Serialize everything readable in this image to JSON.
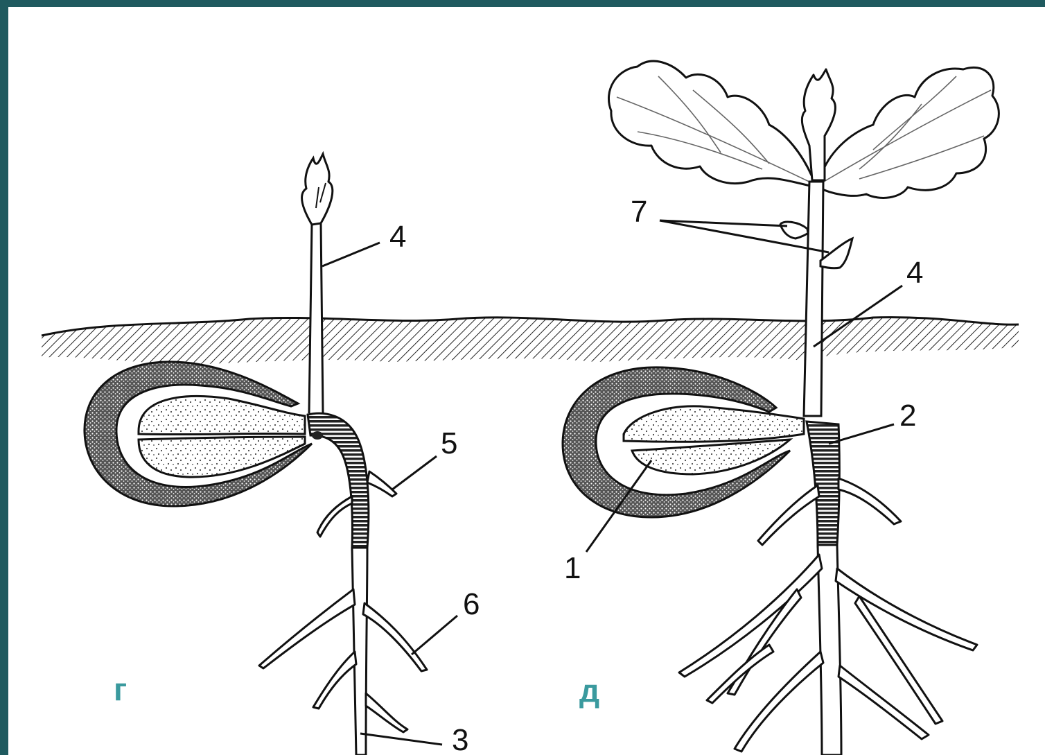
{
  "frame": {
    "border_color": "#1f5a5f",
    "background": "#ffffff",
    "label_color": "#3a9a9e"
  },
  "stages": [
    {
      "label": "г"
    },
    {
      "label": "д"
    }
  ],
  "callouts": {
    "g_4": "4",
    "g_5": "5",
    "g_6": "6",
    "g_3": "3",
    "d_7": "7",
    "d_4": "4",
    "d_2": "2",
    "d_1": "1"
  }
}
